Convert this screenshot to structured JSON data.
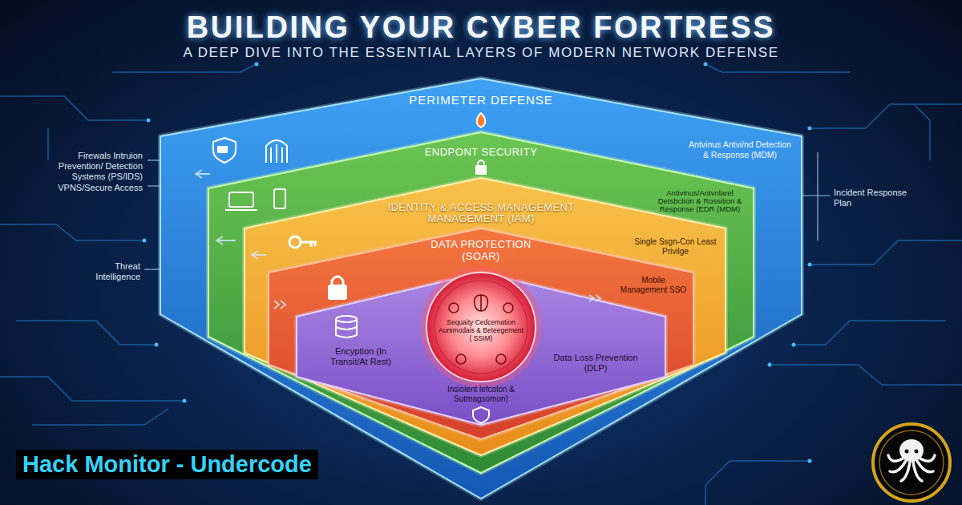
{
  "diagram": {
    "title": "BUILDING YOUR CYBER FORTRESS",
    "caption": "A DEEP DIVE INTO THE ESSENTIAL LAYERS OF MODERN NETWORK DEFENSE",
    "nodes": [
      {
        "text": [
          "PERIMETER DEFENSE",
          "Antvinus Antvi/nd Detection & Response (MDM)"
        ]
      },
      {
        "text": [
          "ENDPONT SECURITY",
          "Antivinus/Antvnlarel Detsbction & Rossition & Response (EDR (MDM)"
        ],
        "in": 0
      },
      {
        "text": [
          "IDENTITY & ACCESS MANAGEMENT MANAGEMENT (IAM)",
          "Single Ssgn-Con Least Privilge"
        ],
        "in": 1
      },
      {
        "text": [
          "DATA PROTECTION (SOAR)",
          "Mobile Management SSO"
        ],
        "in": 2
      },
      {
        "text": [
          "Encyption (In Transit/At Rest)",
          "Data Loss Prevention (DLP)",
          "Insiolent lefcolon & Sutmagsomon)"
        ],
        "in": 3
      },
      {
        "text": [
          "Sequaity Cedcemation Aursmodais & Beteegement ( SSIM)"
        ],
        "in": 4
      }
    ],
    "labels": [
      "Firewals Intruion Prevention/ Detection Systems (PS/IDS) VPNS/Secure Access",
      "Threat Intelligence",
      "Incident Response Plan",
      "Hack Monitor - Undercode"
    ]
  }
}
